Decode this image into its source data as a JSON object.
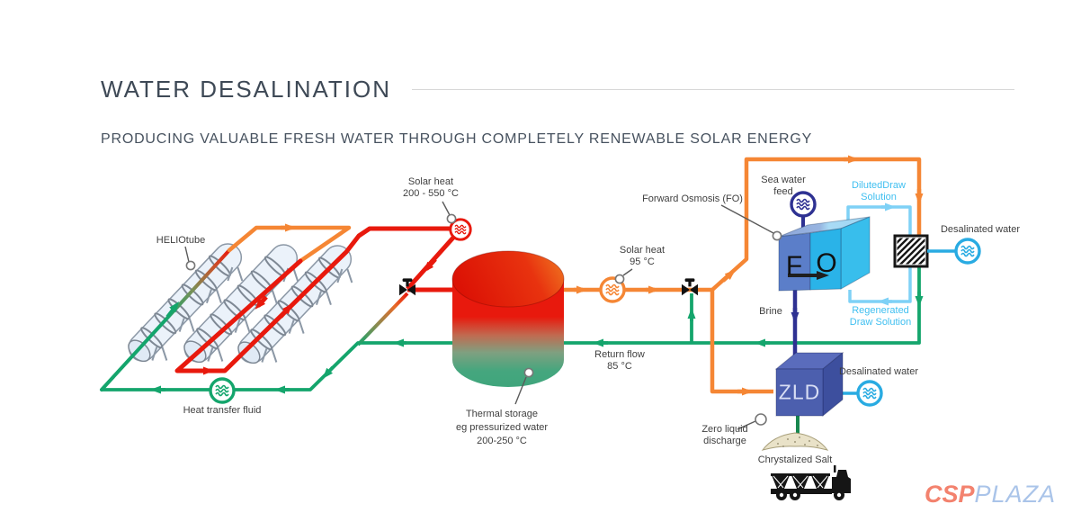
{
  "header": {
    "title": "WATER DESALINATION",
    "subtitle": "PRODUCING VALUABLE FRESH WATER THROUGH COMPLETELY RENEWABLE SOLAR ENERGY"
  },
  "diagram": {
    "collector_field": {
      "label": "HELIOtube",
      "fluid_label": "Heat transfer fluid"
    },
    "solar_heat_high": {
      "line1": "Solar heat",
      "line2": "200 - 550 °C"
    },
    "solar_heat_low": {
      "line1": "Solar heat",
      "line2": "95 °C"
    },
    "return_flow": {
      "line1": "Return flow",
      "line2": "85 °C"
    },
    "thermal_storage": {
      "line1": "Thermal storage",
      "line2": "eg pressurized water",
      "line3": "200-250 °C"
    },
    "fo_unit": {
      "label": "Forward Osmosis (FO)",
      "letter_f": "F",
      "letter_o": "O"
    },
    "sea_water": {
      "line1": "Sea water",
      "line2": "feed"
    },
    "diluted_draw": {
      "line1": "DilutedDraw",
      "line2": "Solution"
    },
    "regenerated_draw": {
      "line1": "Regenerated",
      "line2": "Draw Solution"
    },
    "desalinated_water_top": "Desalinated water",
    "desalinated_water_zld": "Desalinated water",
    "brine": "Brine",
    "zld_unit": {
      "label_line1": "Zero liquid",
      "label_line2": "discharge",
      "box_text": "ZLD"
    },
    "salt_label": "Chrystalized Salt"
  },
  "logo": {
    "csp": "CSP",
    "plaza": "PLAZA"
  },
  "colors": {
    "hot_red": "#E8190D",
    "warm_orange": "#F58634",
    "cool_green": "#14A56C",
    "brine_blue": "#2E3192",
    "fresh_blue": "#29ABE2",
    "draw_lightblue": "#7ED1F6",
    "title_text": "#3E4956",
    "label_text": "#3F3F3F",
    "logo_coral": "#F3826E",
    "logo_blue": "#AAC4E9"
  }
}
